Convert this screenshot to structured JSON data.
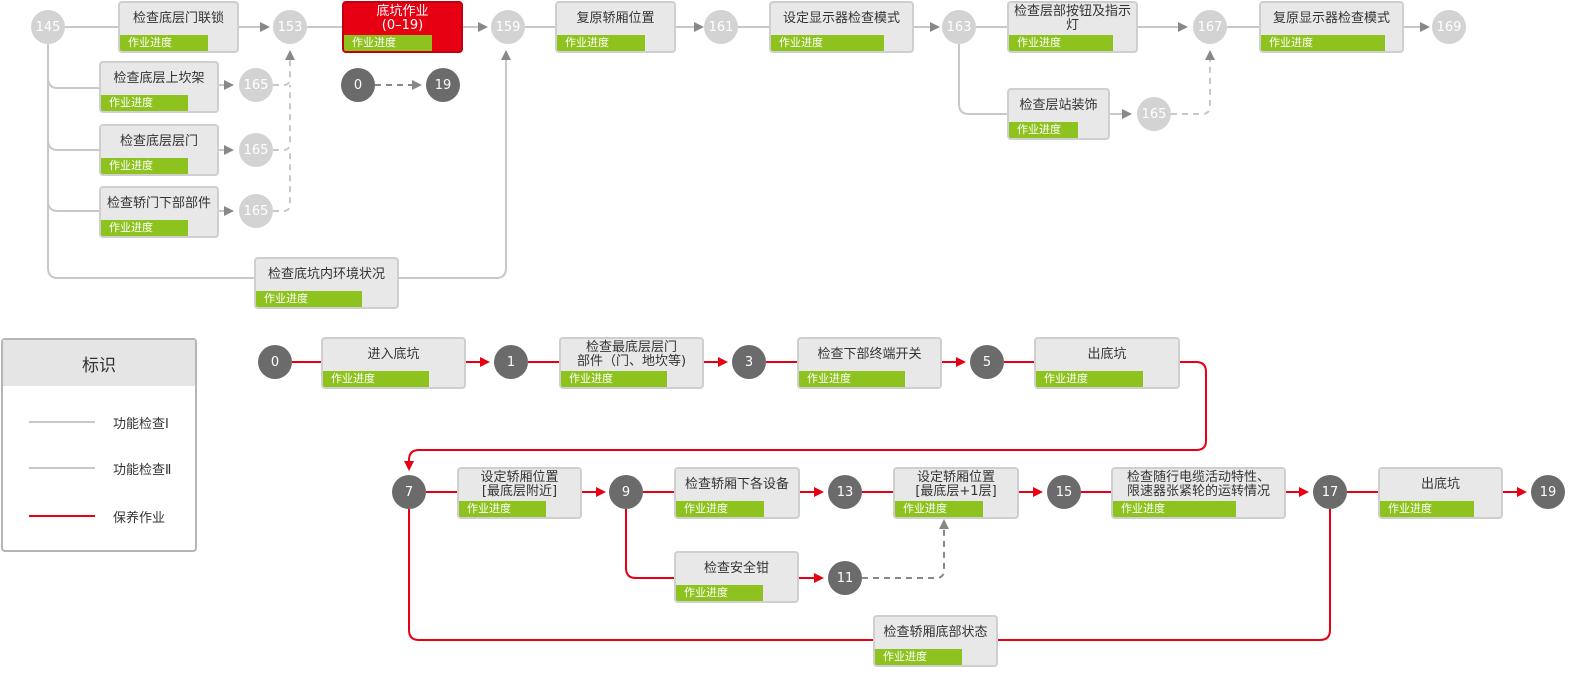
{
  "colors": {
    "line_gray": "#c8c8c8",
    "line_red": "#e60012",
    "node_gray": "#d3d3d3",
    "node_dark": "#6b6b6b",
    "progress_green": "#8dc21f",
    "task_bg": "#e8e8e8"
  },
  "nodes": [
    {
      "id": "n145",
      "label": "145",
      "style": "gray"
    },
    {
      "id": "n153",
      "label": "153",
      "style": "gray"
    },
    {
      "id": "n159",
      "label": "159",
      "style": "gray"
    },
    {
      "id": "n161",
      "label": "161",
      "style": "gray"
    },
    {
      "id": "n163",
      "label": "163",
      "style": "gray"
    },
    {
      "id": "n167",
      "label": "167",
      "style": "gray"
    },
    {
      "id": "n169",
      "label": "169",
      "style": "gray"
    },
    {
      "id": "n165a",
      "label": "165",
      "style": "gray"
    },
    {
      "id": "n165b",
      "label": "165",
      "style": "gray"
    },
    {
      "id": "n165c",
      "label": "165",
      "style": "gray"
    },
    {
      "id": "n165d",
      "label": "165",
      "style": "gray"
    },
    {
      "id": "n0top",
      "label": "0",
      "style": "dark"
    },
    {
      "id": "n19top",
      "label": "19",
      "style": "dark"
    },
    {
      "id": "m0",
      "label": "0",
      "style": "dark"
    },
    {
      "id": "m1",
      "label": "1",
      "style": "dark"
    },
    {
      "id": "m3",
      "label": "3",
      "style": "dark"
    },
    {
      "id": "m5",
      "label": "5",
      "style": "dark"
    },
    {
      "id": "m7",
      "label": "7",
      "style": "dark"
    },
    {
      "id": "m9",
      "label": "9",
      "style": "dark"
    },
    {
      "id": "m13",
      "label": "13",
      "style": "dark"
    },
    {
      "id": "m15",
      "label": "15",
      "style": "dark"
    },
    {
      "id": "m17",
      "label": "17",
      "style": "dark"
    },
    {
      "id": "m19",
      "label": "19",
      "style": "dark"
    },
    {
      "id": "m11",
      "label": "11",
      "style": "dark"
    }
  ],
  "tasks": [
    {
      "id": "t_lock",
      "label": "检查底层门联锁",
      "progress": "作业进度",
      "progress_ratio": 0.75,
      "style": "normal"
    },
    {
      "id": "t_pit",
      "label": "底坑作业\n(0–19)",
      "progress": "作业进度",
      "progress_ratio": 0.75,
      "style": "highlight"
    },
    {
      "id": "t_restore_pos",
      "label": "复原轿厢位置",
      "progress": "作业进度",
      "progress_ratio": 0.75,
      "style": "normal"
    },
    {
      "id": "t_set_display",
      "label": "设定显示器检查模式",
      "progress": "作业进度",
      "progress_ratio": 0.8,
      "style": "normal"
    },
    {
      "id": "t_floor_btn",
      "label": "检查层部按钮及指示灯",
      "progress": "作业进度",
      "progress_ratio": 0.82,
      "style": "normal"
    },
    {
      "id": "t_restore_display",
      "label": "复原显示器检查模式",
      "progress": "作业进度",
      "progress_ratio": 0.88,
      "style": "normal"
    },
    {
      "id": "t_sill",
      "label": "检查底层上坎架",
      "progress": "作业进度",
      "progress_ratio": 0.75,
      "style": "normal"
    },
    {
      "id": "t_door",
      "label": "检查底层层门",
      "progress": "作业进度",
      "progress_ratio": 0.75,
      "style": "normal"
    },
    {
      "id": "t_cardoor",
      "label": "检查轿门下部部件",
      "progress": "作业进度",
      "progress_ratio": 0.75,
      "style": "normal"
    },
    {
      "id": "t_env",
      "label": "检查底坑内环境状况",
      "progress": "作业进度",
      "progress_ratio": 0.75,
      "style": "normal"
    },
    {
      "id": "t_station",
      "label": "检查层站装饰",
      "progress": "作业进度",
      "progress_ratio": 0.7,
      "style": "normal"
    },
    {
      "id": "t_enter",
      "label": "进入底坑",
      "progress": "作业进度",
      "progress_ratio": 0.75,
      "style": "normal"
    },
    {
      "id": "t_bottom_door",
      "label": "检查最底层层门\n部件（门、地坎等)",
      "progress": "作业进度",
      "progress_ratio": 0.75,
      "style": "normal"
    },
    {
      "id": "t_limit",
      "label": "检查下部终端开关",
      "progress": "作业进度",
      "progress_ratio": 0.75,
      "style": "normal"
    },
    {
      "id": "t_exit1",
      "label": "出底坑",
      "progress": "作业进度",
      "progress_ratio": 0.75,
      "style": "normal"
    },
    {
      "id": "t_set_low",
      "label": "设定轿厢位置\n[最底层附近]",
      "progress": "作业进度",
      "progress_ratio": 0.72,
      "style": "normal"
    },
    {
      "id": "t_car_under",
      "label": "检查轿厢下各设备",
      "progress": "作业进度",
      "progress_ratio": 0.72,
      "style": "normal"
    },
    {
      "id": "t_set_plus1",
      "label": "设定轿厢位置\n[最底层+1层]",
      "progress": "作业进度",
      "progress_ratio": 0.72,
      "style": "normal"
    },
    {
      "id": "t_cable",
      "label": "检查随行电缆活动特性、\n限速器张紧轮的运转情况",
      "progress": "作业进度",
      "progress_ratio": 0.72,
      "style": "normal"
    },
    {
      "id": "t_exit2",
      "label": "出底坑",
      "progress": "作业进度",
      "progress_ratio": 0.78,
      "style": "normal"
    },
    {
      "id": "t_safety",
      "label": "检查安全钳",
      "progress": "作业进度",
      "progress_ratio": 0.72,
      "style": "normal"
    },
    {
      "id": "t_car_bottom",
      "label": "检查轿厢底部状态",
      "progress": "作业进度",
      "progress_ratio": 0.72,
      "style": "normal"
    }
  ],
  "legend": {
    "title": "标识",
    "items": [
      {
        "label": "功能检查Ⅰ",
        "color": "#c8c8c8"
      },
      {
        "label": "功能检查Ⅱ",
        "color": "#c8c8c8"
      },
      {
        "label": "保养作业",
        "color": "#e60012"
      }
    ]
  }
}
